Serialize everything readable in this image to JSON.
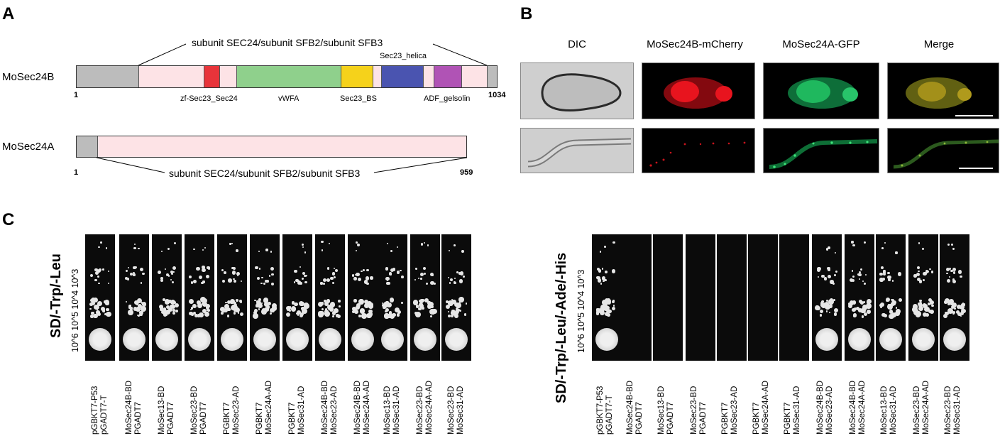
{
  "panels": {
    "a": "A",
    "b": "B",
    "c": "C"
  },
  "panelA": {
    "proteinB": {
      "name": "MoSec24B",
      "start": "1",
      "end": "1034",
      "family_label": "subunit SEC24/subunit SFB2/subunit SFB3",
      "domains": [
        {
          "name": "zf-Sec23_Sec24",
          "color": "#e8343a"
        },
        {
          "name": "vWFA",
          "color": "#8fd08c"
        },
        {
          "name": "Sec23_BS",
          "color": "#f5d21b"
        },
        {
          "name": "Sec23_helica",
          "color": "#4a54b0"
        },
        {
          "name": "ADF_gelsolin",
          "color": "#b053b5"
        }
      ]
    },
    "proteinA": {
      "name": "MoSec24A",
      "start": "1",
      "end": "959",
      "family_label": "subunit SEC24/subunit SFB2/subunit SFB3"
    },
    "colors": {
      "region": "#fde3e6",
      "terminal": "#bcbcbc"
    }
  },
  "panelB": {
    "channels": [
      "DIC",
      "MoSec24B-mCherry",
      "MoSec24A-GFP",
      "Merge"
    ]
  },
  "panelC": {
    "left": {
      "medium": "SD/-Trp/-Leu",
      "dilutions": "10^6 10^5 10^4 10^3"
    },
    "right": {
      "medium": "SD/-Trp/-Leu/-Ade/-His",
      "dilutions": "10^6 10^5 10^4 10^3"
    },
    "pairs": [
      {
        "bd": "pGBKT7-P53",
        "ad": "pGADT7-T",
        "grows_his": true
      },
      {
        "bd": "MoSec24B-BD",
        "ad": "PGADT7",
        "grows_his": false
      },
      {
        "bd": "MoSec13-BD",
        "ad": "PGADT7",
        "grows_his": false
      },
      {
        "bd": "MoSec23-BD",
        "ad": "PGADT7",
        "grows_his": false
      },
      {
        "bd": "PGBKT7",
        "ad": "MoSec23-AD",
        "grows_his": false
      },
      {
        "bd": "PGBKT7",
        "ad": "MoSec24A-AD",
        "grows_his": false
      },
      {
        "bd": "PGBKT7",
        "ad": "MoSec31-AD",
        "grows_his": false
      },
      {
        "bd": "MoSec24B-BD",
        "ad": "MoSec23-AD",
        "grows_his": true
      },
      {
        "bd": "MoSec24B-BD",
        "ad": "MoSec24A-AD",
        "grows_his": true
      },
      {
        "bd": "MoSec13-BD",
        "ad": "MoSec31-AD",
        "grows_his": true
      },
      {
        "bd": "MoSec23-BD",
        "ad": "MoSec24A-AD",
        "grows_his": true
      },
      {
        "bd": "MoSec23-BD",
        "ad": "MoSec31-AD",
        "grows_his": true
      }
    ]
  }
}
